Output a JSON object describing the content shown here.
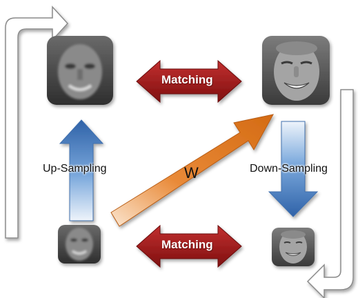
{
  "labels": {
    "matching_top": "Matching",
    "matching_bottom": "Matching",
    "up_sampling": "Up-Sampling",
    "down_sampling": "Down-Sampling",
    "w": "W"
  },
  "images": {
    "top_left": "low-res-face-upsampled",
    "top_right": "high-res-face",
    "bottom_left": "low-res-face-small",
    "bottom_right": "high-res-face-downsampled"
  },
  "colors": {
    "matching_arrow": "#9a1414",
    "up_arrow": "#4f86c4",
    "down_arrow": "#4a80c0",
    "w_arrow": "#e07a24",
    "cycle_arrow_outline": "#8a8a8a"
  }
}
